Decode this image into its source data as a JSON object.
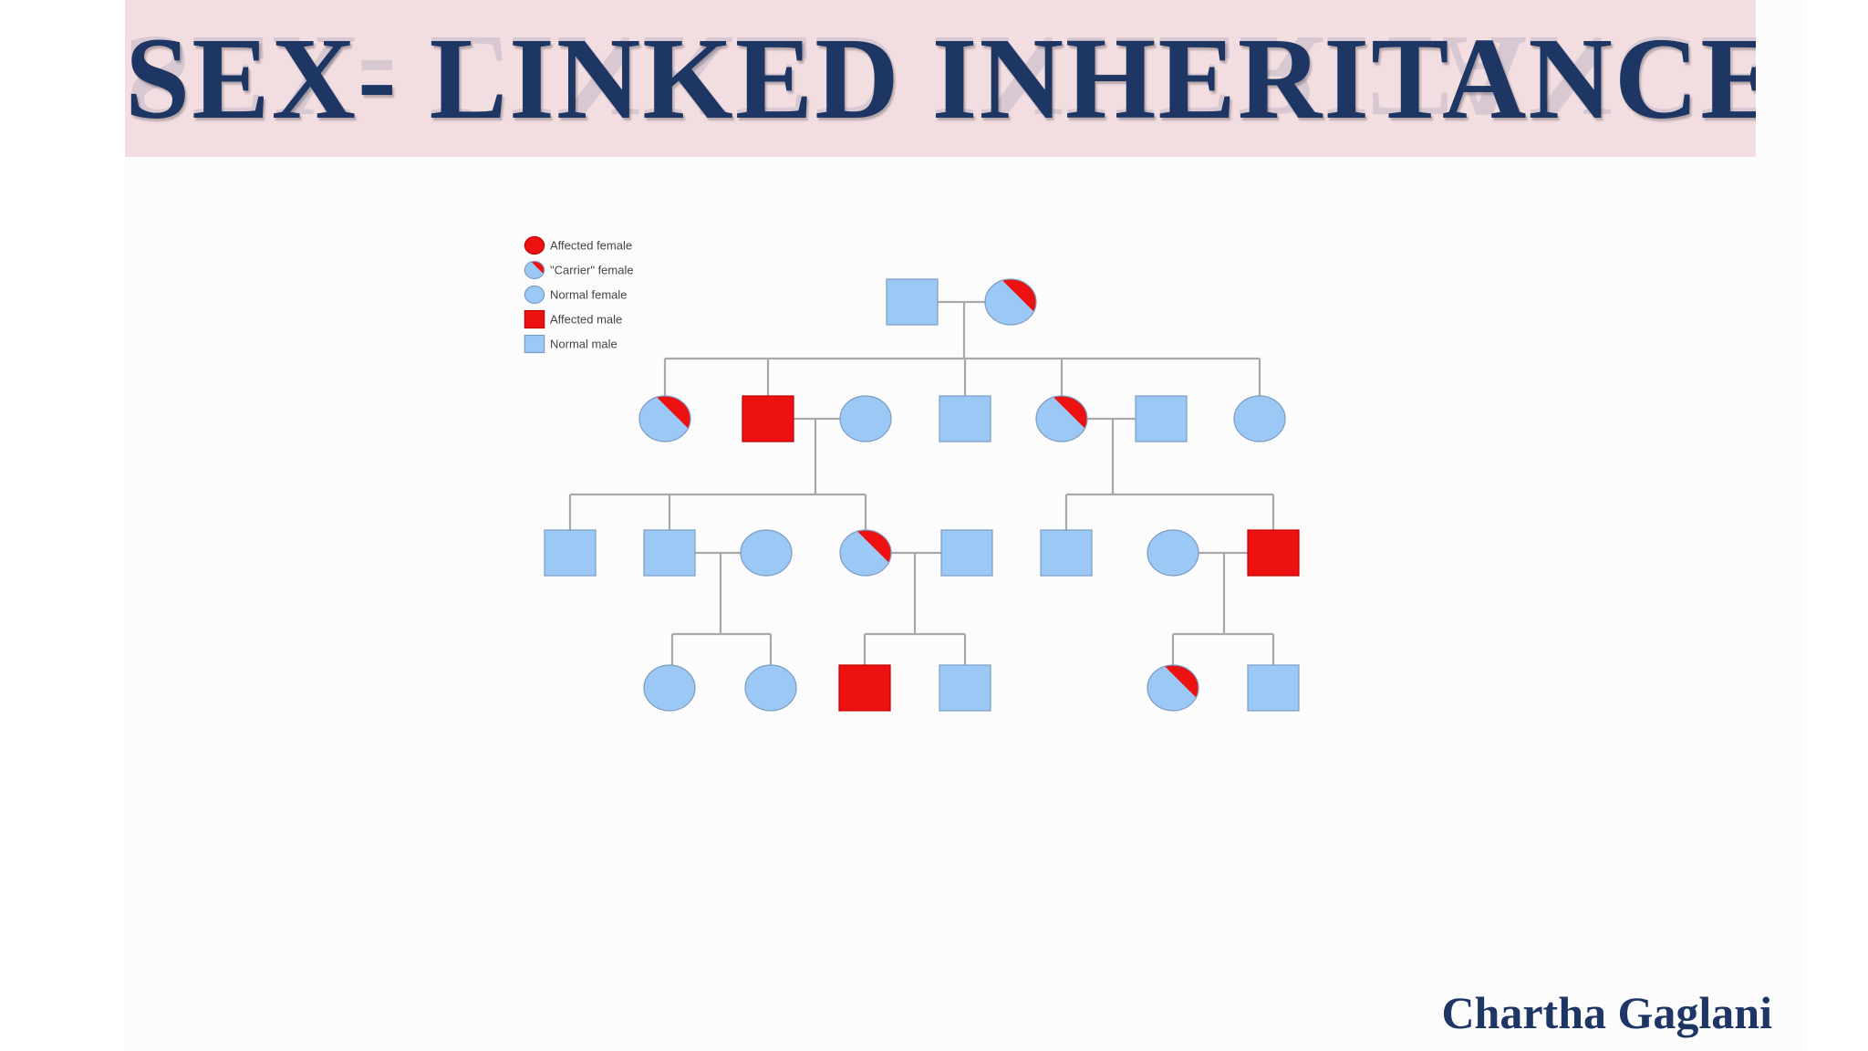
{
  "slide": {
    "title": "SEX- LINKED INHERITANCE",
    "author": "Chartha Gaglani"
  },
  "legend": {
    "items": [
      {
        "label": "Affected female",
        "symbol": "affected-female"
      },
      {
        "label": "\"Carrier\" female",
        "symbol": "carrier-female"
      },
      {
        "label": "Normal female",
        "symbol": "normal-female"
      },
      {
        "label": "Affected male",
        "symbol": "affected-male"
      },
      {
        "label": "Normal male",
        "symbol": "normal-male"
      }
    ]
  },
  "pedigree": {
    "generations": [
      [
        "normal-male",
        "carrier-female"
      ],
      [
        "carrier-female",
        "affected-male",
        "normal-female",
        "normal-male",
        "carrier-female",
        "normal-male",
        "normal-female"
      ],
      [
        "normal-male",
        "normal-male",
        "normal-female",
        "carrier-female",
        "normal-male",
        "normal-male",
        "normal-female",
        "affected-male"
      ],
      [
        "normal-female",
        "normal-female",
        "affected-male",
        "normal-male",
        "carrier-female",
        "normal-male"
      ]
    ]
  },
  "colors": {
    "title": "#1d3663",
    "title_band": "#f2dde1",
    "affected": "#ee1111",
    "normal": "#9cc8f5",
    "symbol_outline": "#7a9cc0",
    "line": "#a8a8a8"
  }
}
